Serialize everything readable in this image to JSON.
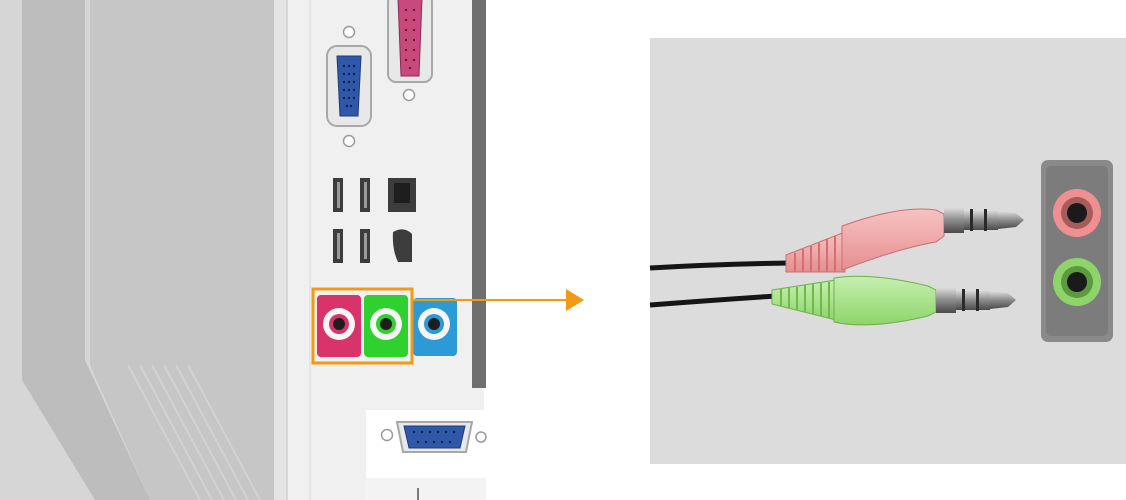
{
  "colors": {
    "background": "#ffffff",
    "case_grey": "#c8c8c8",
    "panel_grey": "#ececec",
    "vga_blue": "#2f58a8",
    "parallel_pink": "#c84a7c",
    "jack_pink": "#d8336a",
    "jack_green": "#2ed12e",
    "jack_blue": "#2b9ad6",
    "callout_orange": "#f29a14",
    "photo_bg": "#dcdcdc",
    "plug_pink": "#f3a9a9",
    "plug_green": "#a9e38f",
    "socket_pink": "#f08f8f",
    "socket_green": "#8fd46a",
    "socket_plate": "#8a8a8a"
  },
  "icons": {
    "left_panel": "computer-back-panel-illustration",
    "callout": "arrow-right-icon",
    "right_panel": "audio-plugs-and-jacks-photo"
  },
  "callout": {
    "highlighted_jacks": [
      "pink",
      "green"
    ]
  }
}
